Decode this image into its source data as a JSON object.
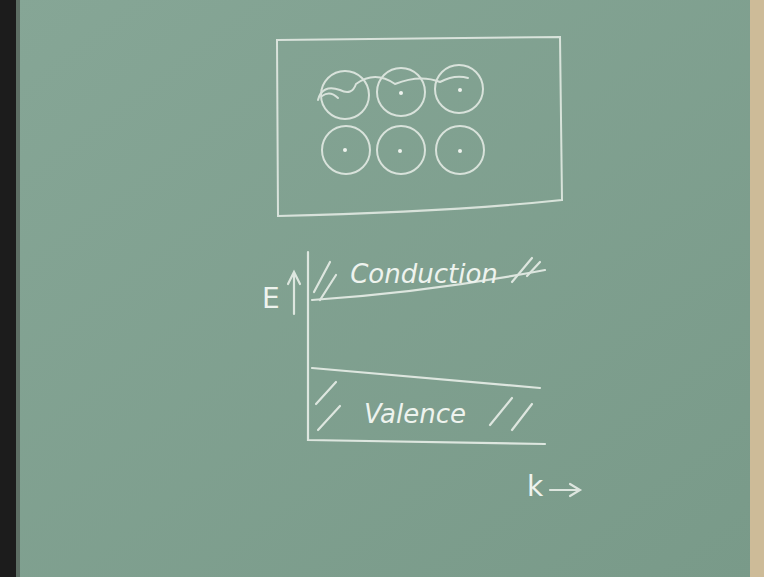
{
  "diagram": {
    "nodes": [
      {
        "text": [
          "Conduction"
        ]
      },
      {
        "text": [
          "Valence"
        ]
      }
    ],
    "labels": [
      "E",
      "k"
    ]
  }
}
